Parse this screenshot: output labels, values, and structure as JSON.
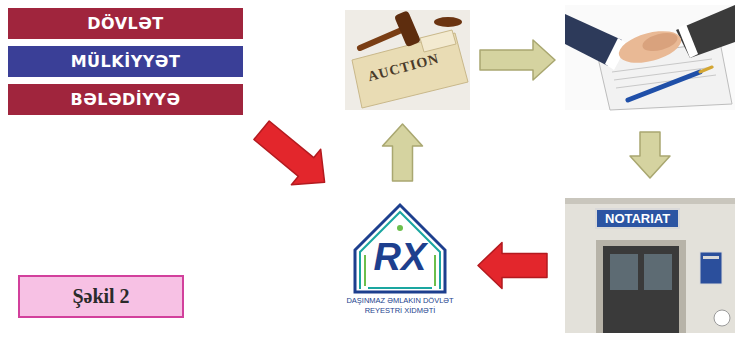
{
  "diagram": {
    "caption": "Şəkil 2",
    "nodes": [
      {
        "text": [
          "DÖVLƏT"
        ]
      },
      {
        "text": [
          "MÜLKİYYƏT"
        ]
      },
      {
        "text": [
          "BƏLƏDİYYƏ"
        ]
      },
      {
        "text": [
          "AUCTION"
        ]
      },
      {
        "text": []
      },
      {
        "text": [
          "RX",
          "DAŞINMAZ ƏMLAKIN DÖVLƏT REYESTRİ XİDMƏTİ"
        ]
      },
      {
        "text": [
          "NOTARIAT"
        ]
      }
    ],
    "edges": [
      {
        "from": 2,
        "to": 5,
        "arrow": "to"
      },
      {
        "from": 3,
        "to": 4,
        "arrow": "to"
      },
      {
        "from": 4,
        "to": 6,
        "arrow": "to"
      },
      {
        "from": 6,
        "to": 5,
        "arrow": "to"
      },
      {
        "from": 5,
        "to": 3,
        "arrow": "to"
      }
    ]
  }
}
